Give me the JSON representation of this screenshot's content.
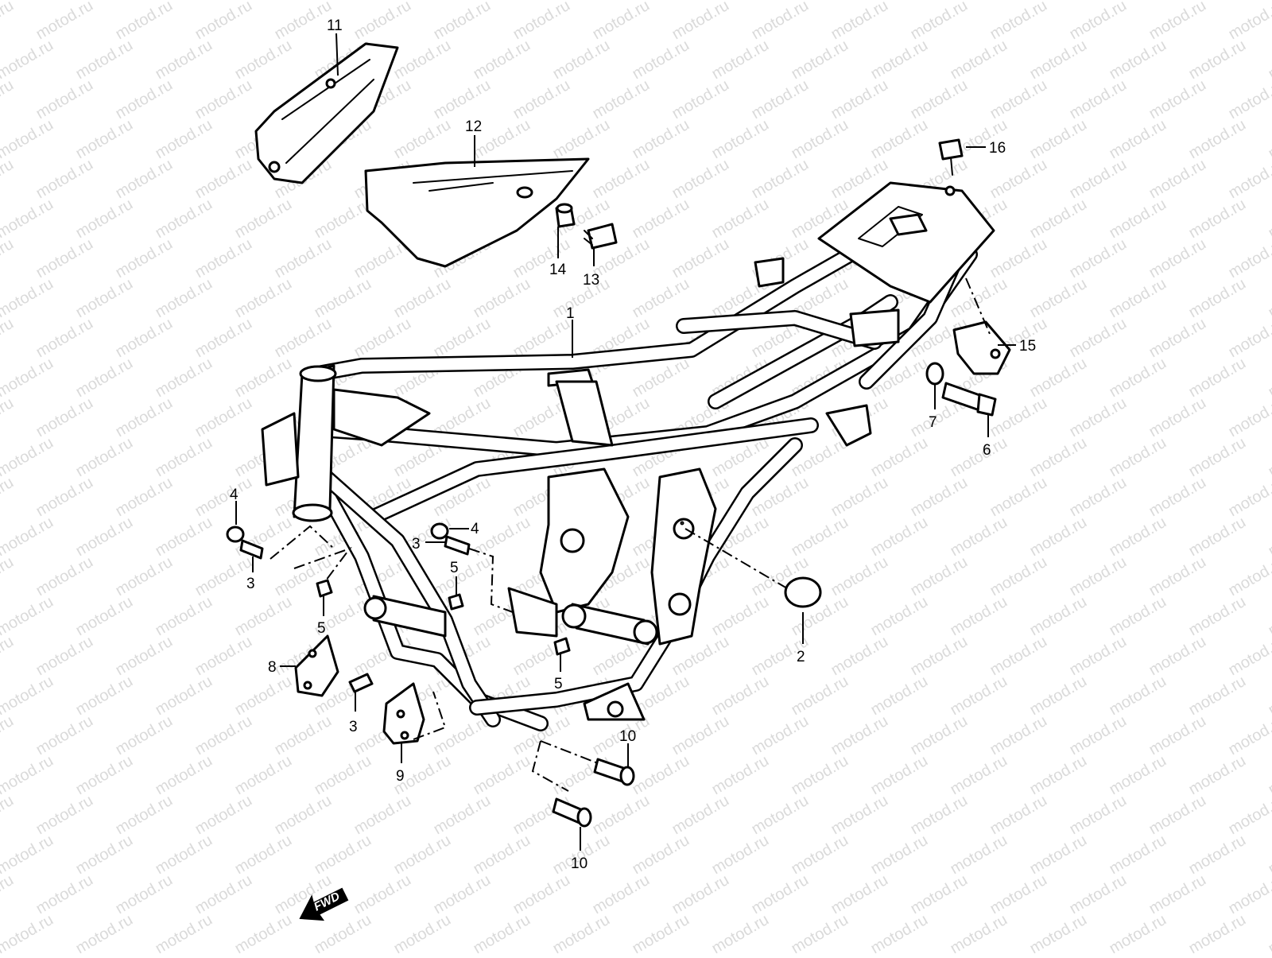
{
  "watermark": {
    "text": "motod.ru",
    "color": "#bcbcbc"
  },
  "direction_label": "FWD",
  "callouts": [
    {
      "id": "c1",
      "label": "1"
    },
    {
      "id": "c2",
      "label": "2"
    },
    {
      "id": "c3a",
      "label": "3"
    },
    {
      "id": "c3b",
      "label": "3"
    },
    {
      "id": "c3c",
      "label": "3"
    },
    {
      "id": "c4a",
      "label": "4"
    },
    {
      "id": "c4b",
      "label": "4"
    },
    {
      "id": "c5a",
      "label": "5"
    },
    {
      "id": "c5b",
      "label": "5"
    },
    {
      "id": "c5c",
      "label": "5"
    },
    {
      "id": "c6",
      "label": "6"
    },
    {
      "id": "c7",
      "label": "7"
    },
    {
      "id": "c8",
      "label": "8"
    },
    {
      "id": "c9",
      "label": "9"
    },
    {
      "id": "c10a",
      "label": "10"
    },
    {
      "id": "c10b",
      "label": "10"
    },
    {
      "id": "c11",
      "label": "11"
    },
    {
      "id": "c12",
      "label": "12"
    },
    {
      "id": "c13",
      "label": "13"
    },
    {
      "id": "c14",
      "label": "14"
    },
    {
      "id": "c15",
      "label": "15"
    },
    {
      "id": "c16",
      "label": "16"
    }
  ]
}
